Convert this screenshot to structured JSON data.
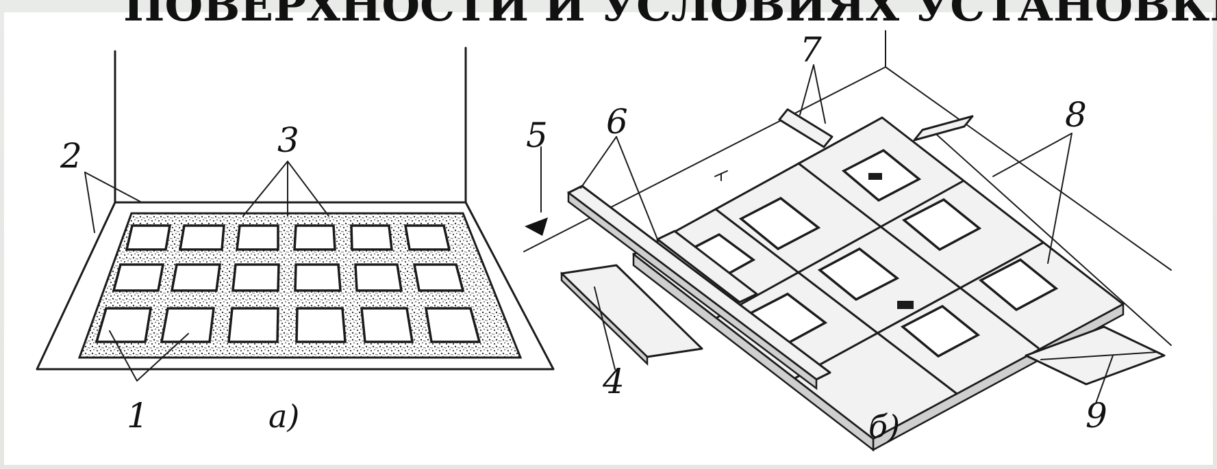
{
  "figure": {
    "title_fragment": "ПОВЕРХНОСТИ И УСЛОВИЯХ УСТАНОВКИ АРМА",
    "panel_a": {
      "caption": "а)",
      "labels": [
        "1",
        "2",
        "3"
      ]
    },
    "panel_b": {
      "caption": "б)",
      "labels": [
        "4",
        "5",
        "6",
        "7",
        "8",
        "9"
      ]
    }
  }
}
